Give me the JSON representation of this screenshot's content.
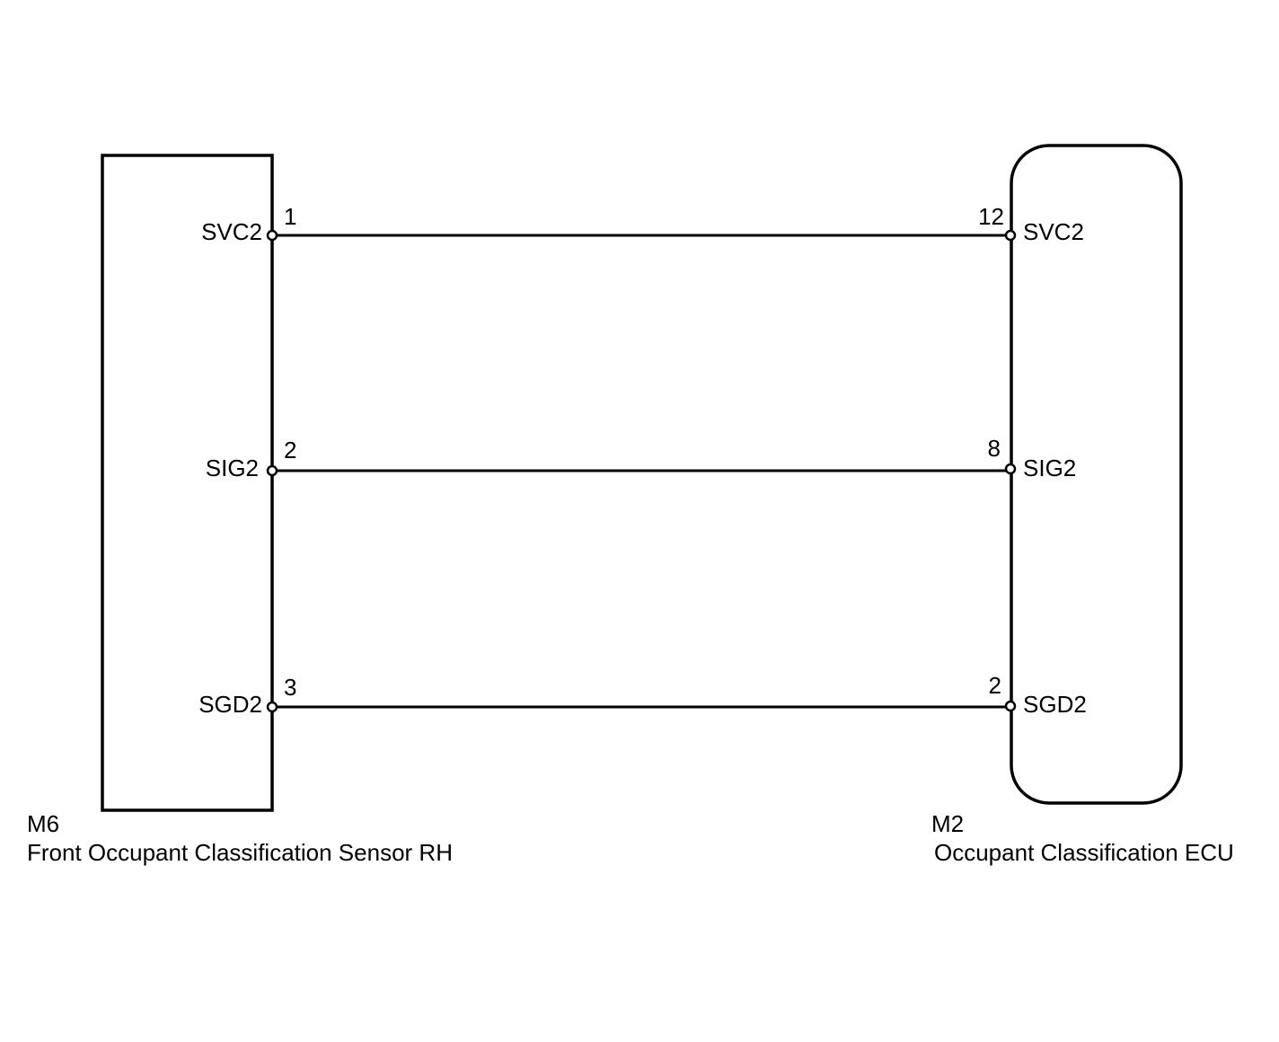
{
  "components": {
    "left": {
      "code": "M6",
      "name": "Front Occupant Classification Sensor RH"
    },
    "right": {
      "code": "M2",
      "name": "Occupant Classification ECU"
    }
  },
  "connections": [
    {
      "signal": "SVC2",
      "left_pin": "1",
      "right_pin": "12",
      "left_label": "SVC2",
      "right_label": "SVC2"
    },
    {
      "signal": "SIG2",
      "left_pin": "2",
      "right_pin": "8",
      "left_label": "SIG2",
      "right_label": "SIG2"
    },
    {
      "signal": "SGD2",
      "left_pin": "3",
      "right_pin": "2",
      "left_label": "SGD2",
      "right_label": "SGD2"
    }
  ],
  "colors": {
    "line": "#000000",
    "background": "#ffffff"
  }
}
